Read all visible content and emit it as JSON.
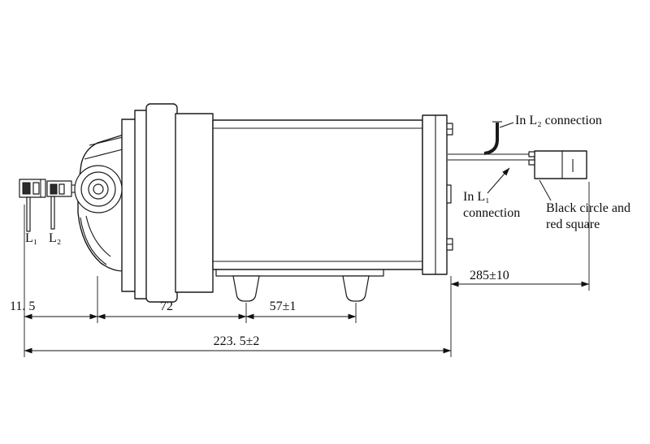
{
  "labels": {
    "l1": "L₁",
    "l2": "L₂"
  },
  "annotations": {
    "in_l2_connection": "In L₂ connection",
    "in_l1_line1": "In L₁",
    "in_l1_line2": "connection",
    "black_red_line1": "Black circle and",
    "black_red_line2": "red square"
  },
  "dimensions": {
    "terminal_offset": "11. 5",
    "pump_section": "72",
    "foot_spacing": "57±1",
    "overall_length": "223. 5±2",
    "wire_length": "285±10"
  }
}
